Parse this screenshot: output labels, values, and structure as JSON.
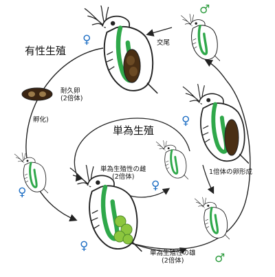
{
  "labels": {
    "sexual_reproduction": "有性生殖",
    "parthenogenesis": "単為生殖",
    "resting_egg": "耐久卵",
    "resting_egg_ploidy": "(2倍体)",
    "hatching": "孵化)",
    "mating": "交尾",
    "haploid_egg_formation": "1倍体の卵形成",
    "parthenogenetic_female": "単為生殖性の雌",
    "parthenogenetic_female_ploidy": "(2倍体)",
    "parthenogenetic_male": "単為生殖性の雄",
    "parthenogenetic_male_ploidy": "(2倍体)"
  },
  "symbols": {
    "female": "♀",
    "male": "♂"
  },
  "colors": {
    "gut_green": "#2fa84a",
    "female_blue": "#1f6fc4",
    "male_green": "#2e9c3f",
    "egg_brown": "#4a2f14",
    "line": "#222222"
  },
  "icons": {
    "daphnia": "daphnia-icon",
    "resting_egg": "ephippium-icon"
  }
}
